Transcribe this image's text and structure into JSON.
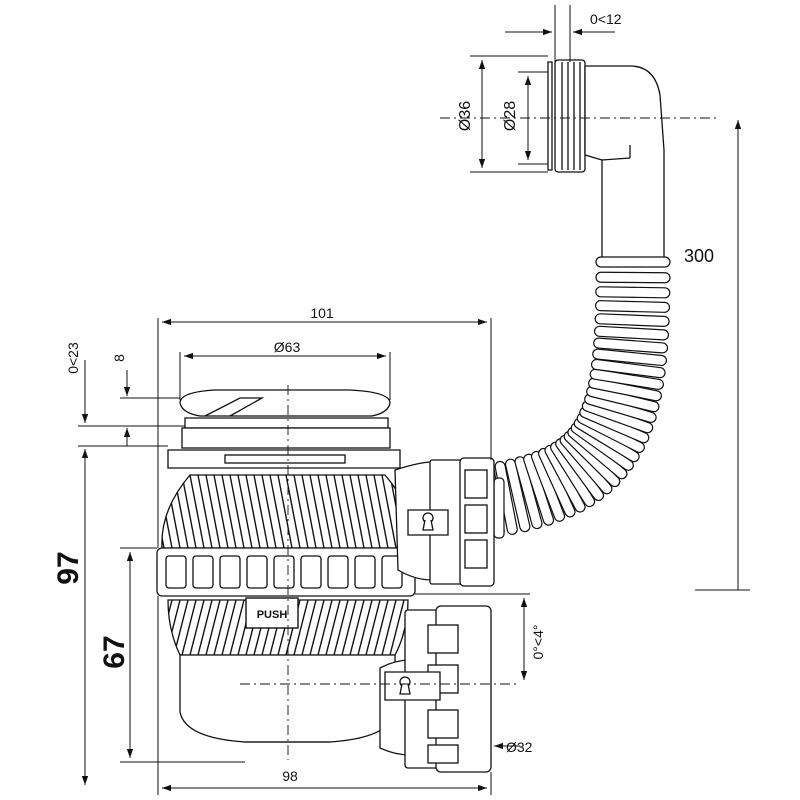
{
  "dimensions": {
    "hose_length": "300",
    "overflow_gap": "0<12",
    "overflow_outer_diameter": "Ø36",
    "overflow_inner_diameter": "Ø28",
    "body_width": "101",
    "plug_diameter": "Ø63",
    "flange_height": "8",
    "adjust_range": "0<23",
    "total_height": "97",
    "lower_height": "67",
    "outlet_angle": "0°<4°",
    "outlet_diameter": "Ø32",
    "base_width": "98"
  },
  "labels": {
    "push": "PUSH"
  },
  "colors": {
    "line": "#111111",
    "background": "#ffffff"
  }
}
